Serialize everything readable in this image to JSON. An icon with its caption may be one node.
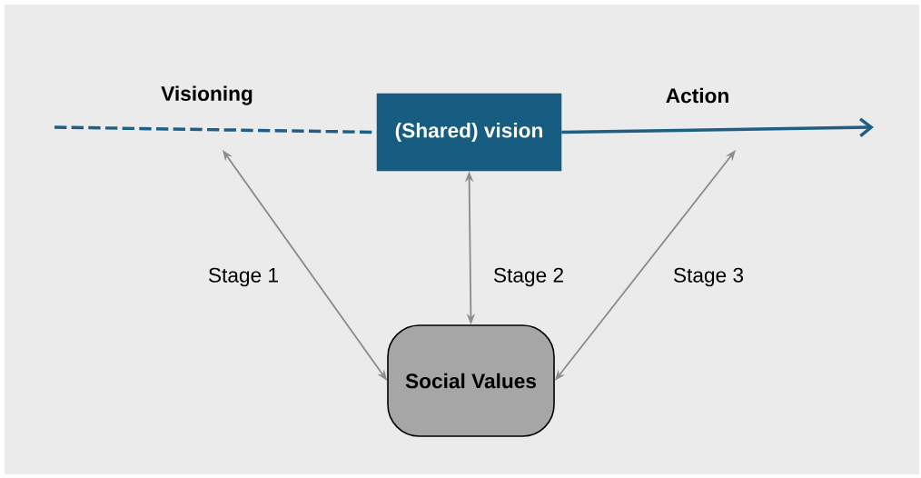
{
  "diagram": {
    "nodes": [
      {
        "text": [
          "(Shared) vision"
        ]
      },
      {
        "text": [
          "Social Values"
        ]
      }
    ],
    "edges": [
      {
        "from": null,
        "to": 0,
        "arrow": "none",
        "style": "dashed",
        "color": "#1f5f85"
      },
      {
        "from": 0,
        "to": null,
        "arrow": "to",
        "style": "thick",
        "color": "#1f5f85"
      },
      {
        "from": 1,
        "to": null,
        "arrow": "both",
        "label": "Stage 1"
      },
      {
        "from": 1,
        "to": 0,
        "arrow": "both",
        "label": "Stage 2"
      },
      {
        "from": 1,
        "to": null,
        "arrow": "both",
        "label": "Stage 3"
      }
    ],
    "labels": [
      "Visioning",
      "Action"
    ]
  }
}
